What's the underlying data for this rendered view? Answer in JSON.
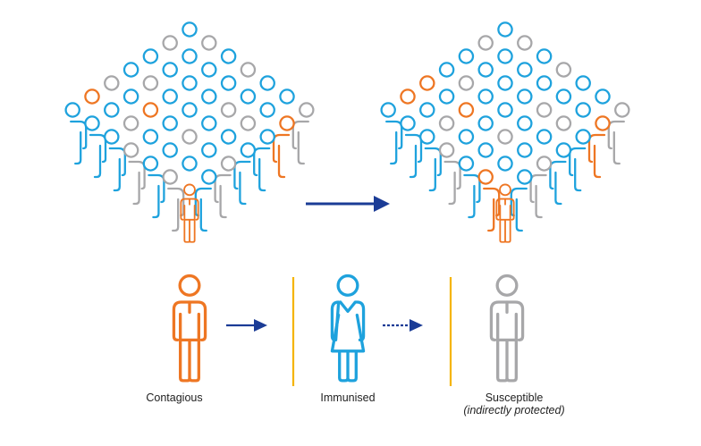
{
  "colors": {
    "contagious": "#ee7623",
    "immunised": "#1ea2dd",
    "susceptible": "#a7a7a9",
    "arrow": "#1b3c96",
    "divider": "#f5b400",
    "text": "#222222"
  },
  "legend": [
    {
      "key": "contagious",
      "label": "Contagious",
      "sublabel": ""
    },
    {
      "key": "immunised",
      "label": "Immunised",
      "sublabel": ""
    },
    {
      "key": "susceptible",
      "label": "Susceptible",
      "sublabel": "(indirectly protected)"
    }
  ],
  "legend_arrows": [
    {
      "from": "contagious",
      "to": "immunised",
      "style": "solid"
    },
    {
      "from": "immunised",
      "to": "susceptible",
      "style": "dotted"
    }
  ],
  "transition_arrow": {
    "from": "population-before",
    "to": "population-after",
    "style": "solid"
  },
  "populations": [
    {
      "id": "before",
      "rows": [
        [
          "B"
        ],
        [
          "G",
          "G"
        ],
        [
          "B",
          "B",
          "B"
        ],
        [
          "B",
          "B",
          "B",
          "G"
        ],
        [
          "G",
          "G",
          "B",
          "B",
          "B"
        ],
        [
          "O",
          "B",
          "B",
          "B",
          "B",
          "B"
        ],
        [
          "B",
          "B",
          "O",
          "B",
          "G",
          "B",
          "G"
        ],
        [
          "B",
          "G",
          "B",
          "B",
          "G",
          "O"
        ],
        [
          "B",
          "B",
          "G",
          "B",
          "B"
        ],
        [
          "G",
          "B",
          "B",
          "B"
        ],
        [
          "B",
          "B",
          "G"
        ],
        [
          "G",
          "B"
        ],
        [
          "O"
        ]
      ]
    },
    {
      "id": "after",
      "rows": [
        [
          "B"
        ],
        [
          "G",
          "G"
        ],
        [
          "B",
          "B",
          "B"
        ],
        [
          "B",
          "B",
          "B",
          "G"
        ],
        [
          "O",
          "G",
          "B",
          "B",
          "B"
        ],
        [
          "O",
          "B",
          "B",
          "B",
          "B",
          "B"
        ],
        [
          "B",
          "B",
          "O",
          "B",
          "G",
          "B",
          "G"
        ],
        [
          "B",
          "G",
          "B",
          "B",
          "G",
          "O"
        ],
        [
          "B",
          "B",
          "G",
          "B",
          "B"
        ],
        [
          "G",
          "B",
          "B",
          "B"
        ],
        [
          "B",
          "B",
          "G"
        ],
        [
          "O",
          "B"
        ],
        [
          "O"
        ]
      ]
    }
  ],
  "code_legend": {
    "O": "contagious",
    "B": "immunised",
    "G": "susceptible"
  }
}
